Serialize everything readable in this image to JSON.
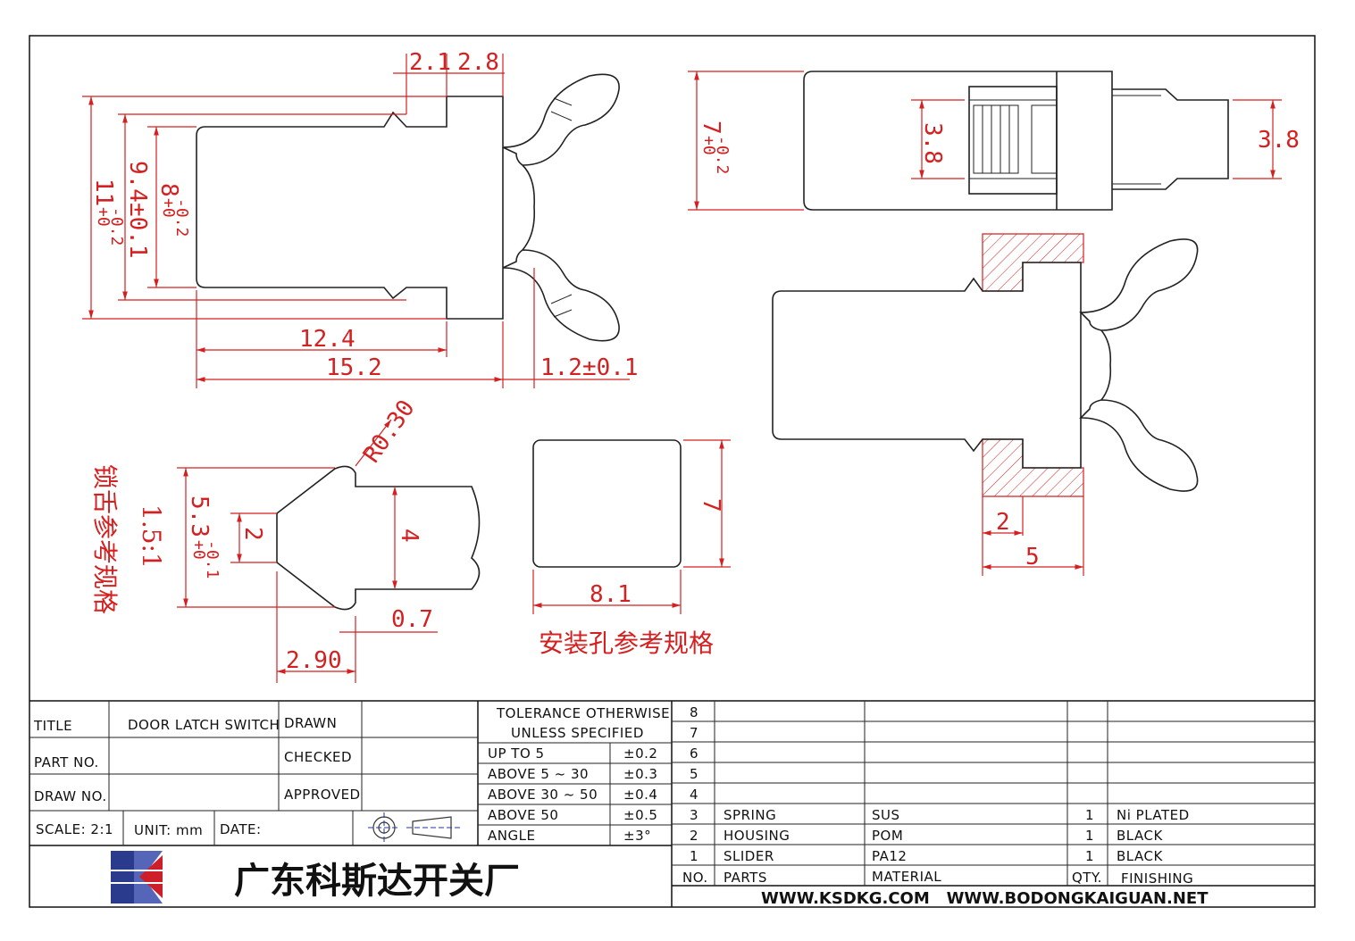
{
  "dims": {
    "top_2_1": "2.1",
    "top_2_8": "2.8",
    "v_11": "11",
    "v_11_tol_up": "+0",
    "v_11_tol_dn": "-0.2",
    "v_9_4": "9.4±0.1",
    "v_8": "8",
    "v_8_tol_up": "+0",
    "v_8_tol_dn": "-0.2",
    "h_12_4": "12.4",
    "h_15_2": "15.2",
    "h_1_2": "1.2±0.1",
    "side_7": "7",
    "side_7_tol_up": "+0",
    "side_7_tol_dn": "-0.2",
    "side_3_8_a": "3.8",
    "side_3_8_b": "3.8",
    "sect_2": "2",
    "sect_5": "5",
    "r030": "R0.30",
    "tongue_5_3": "5.3",
    "tongue_5_3_tol_up": "+0",
    "tongue_5_3_tol_dn": "-0.1",
    "tongue_2": "2",
    "tongue_4": "4",
    "tongue_0_7": "0.7",
    "tongue_2_90": "2.90",
    "hole_7": "7",
    "hole_8_1": "8.1"
  },
  "notes": {
    "tongue_scale": "1.5:1",
    "tongue_ref": "锁舌参考规格",
    "hole_ref": "安装孔参考规格"
  },
  "titleblock": {
    "title_label": "TITLE",
    "title_value": "DOOR LATCH SWITCH",
    "part_no_label": "PART NO.",
    "draw_no_label": "DRAW NO.",
    "drawn_label": "DRAWN",
    "checked_label": "CHECKED",
    "approved_label": "APPROVED",
    "scale_label": "SCALE: 2:1",
    "unit_label": "UNIT: mm",
    "date_label": "DATE:",
    "company": "广东科斯达开关厂",
    "websites": "WWW.KSDKG.COM   WWW.BODONGKAIGUAN.NET"
  },
  "tolerance": {
    "heading_1": "TOLERANCE OTHERWISE",
    "heading_2": "UNLESS SPECIFIED",
    "rows": [
      {
        "range": "UP TO 5",
        "tol": "±0.2"
      },
      {
        "range": "ABOVE 5 ~ 30",
        "tol": "±0.3"
      },
      {
        "range": "ABOVE 30 ~ 50",
        "tol": "±0.4"
      },
      {
        "range": "ABOVE 50",
        "tol": "±0.5"
      },
      {
        "range": "ANGLE",
        "tol": "±3°"
      }
    ]
  },
  "bom": {
    "headers": {
      "no": "NO.",
      "parts": "PARTS",
      "material": "MATERIAL",
      "qty": "QTY.",
      "finishing": "FINISHING"
    },
    "rows": [
      {
        "no": "8",
        "parts": "",
        "material": "",
        "qty": "",
        "finishing": ""
      },
      {
        "no": "7",
        "parts": "",
        "material": "",
        "qty": "",
        "finishing": ""
      },
      {
        "no": "6",
        "parts": "",
        "material": "",
        "qty": "",
        "finishing": ""
      },
      {
        "no": "5",
        "parts": "",
        "material": "",
        "qty": "",
        "finishing": ""
      },
      {
        "no": "4",
        "parts": "",
        "material": "",
        "qty": "",
        "finishing": ""
      },
      {
        "no": "3",
        "parts": "SPRING",
        "material": "SUS",
        "qty": "1",
        "finishing": "Ni PLATED"
      },
      {
        "no": "2",
        "parts": "HOUSING",
        "material": "POM",
        "qty": "1",
        "finishing": "BLACK"
      },
      {
        "no": "1",
        "parts": "SLIDER",
        "material": "PA12",
        "qty": "1",
        "finishing": "BLACK"
      }
    ]
  }
}
